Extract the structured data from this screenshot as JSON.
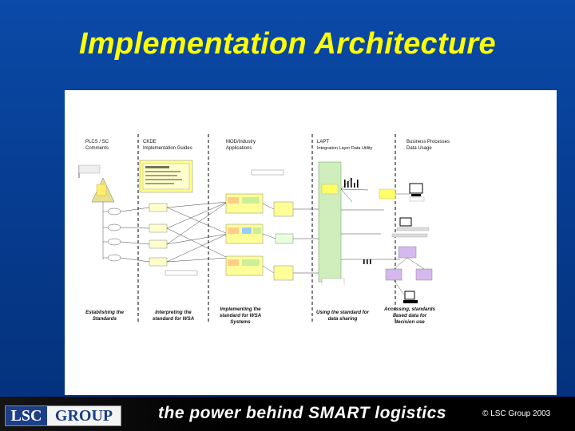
{
  "slide": {
    "title": "Implementation Architecture"
  },
  "diagram": {
    "columns": [
      {
        "heading_line1": "PLCS / SC",
        "heading_line2": "Comments"
      },
      {
        "heading_line1": "CKDE",
        "heading_line2": "Implementation Guides"
      },
      {
        "heading_line1": "MOD/Industry",
        "heading_line2": "Applications"
      },
      {
        "heading_line1": "LAPT",
        "heading_line2": "Integration Layer Data Utility"
      },
      {
        "heading_line1": "Business Processes",
        "heading_line2": "Data Usage"
      }
    ],
    "captions": [
      {
        "line1": "Establishing the",
        "line2": "Standards"
      },
      {
        "line1": "Interpreting the",
        "line2": "standard for WSA"
      },
      {
        "line1": "Implementing the",
        "line2": "standard for WSA",
        "line3": "Systems"
      },
      {
        "line1": "Using the standard for",
        "line2": "data sharing"
      },
      {
        "line1": "Accessing, standards",
        "line2": "based data for",
        "line3": "decision use"
      }
    ]
  },
  "footer": {
    "logo_lsc": "LSC",
    "logo_group": "GROUP",
    "tagline": "the power behind SMART logistics",
    "copyright": "© LSC Group 2003"
  },
  "colors": {
    "background": "#063a8c",
    "title": "#ffff00",
    "green_box": "#cfeebb",
    "yellow_box": "#ffff66",
    "purple_box": "#d5b8f0",
    "footer": "#000000"
  }
}
